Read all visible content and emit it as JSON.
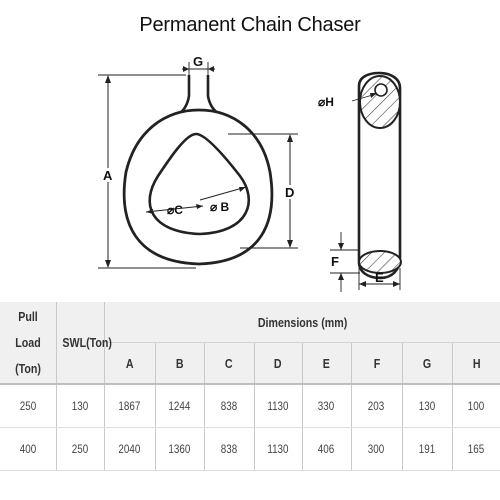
{
  "title": "Permanent Chain Chaser",
  "labels": {
    "A": "A",
    "B": "⌀ B",
    "C": "⌀C",
    "D": "D",
    "E": "E",
    "F": "F",
    "G": "G",
    "H": "⌀H"
  },
  "table": {
    "col_pull_load": "Pull Load (Ton)",
    "col_swl": "SWL(Ton)",
    "col_dimensions": "Dimensions (mm)",
    "dim_headers": [
      "A",
      "B",
      "C",
      "D",
      "E",
      "F",
      "G",
      "H"
    ],
    "rows": [
      [
        "250",
        "130",
        "1867",
        "1244",
        "838",
        "1130",
        "330",
        "203",
        "130",
        "100"
      ],
      [
        "400",
        "250",
        "2040",
        "1360",
        "838",
        "1130",
        "406",
        "300",
        "191",
        "165"
      ]
    ]
  }
}
